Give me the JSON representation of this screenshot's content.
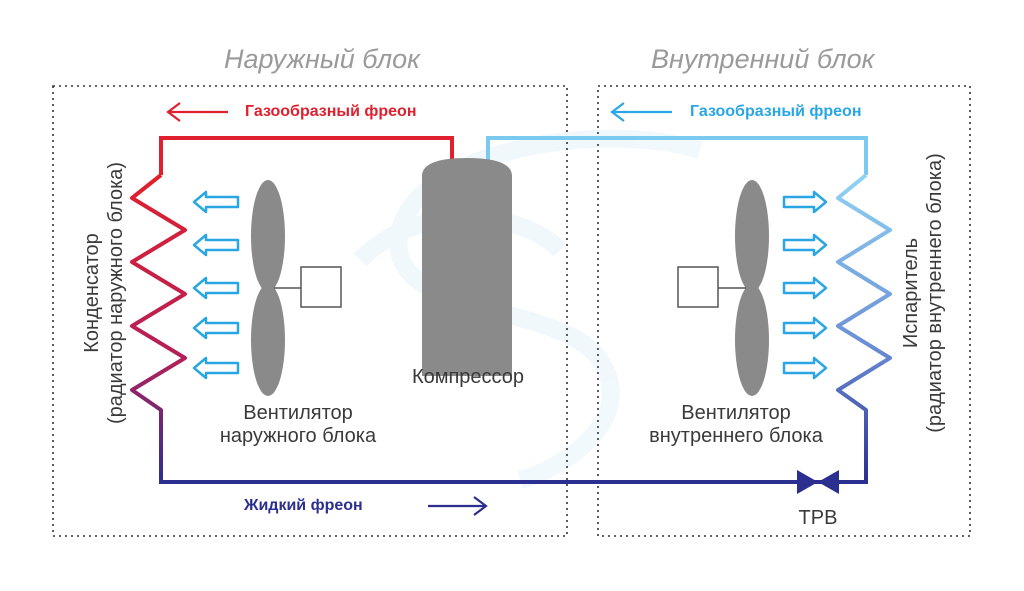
{
  "outdoor_block": {
    "title": "Наружный блок",
    "condenser_line1": "Конденсатор",
    "condenser_line2": "(радиатор наружного блока)",
    "fan_line1": "Вентилятор",
    "fan_line2": "наружного блока",
    "gas_label": "Газообразный фреон",
    "liquid_label": "Жидкий фреон"
  },
  "indoor_block": {
    "title": "Внутренний блок",
    "evaporator_line1": "Испаритель",
    "evaporator_line2": "(радиатор внутреннего блока)",
    "fan_line1": "Вентилятор",
    "fan_line2": "внутреннего блока",
    "gas_label": "Газообразный фреон",
    "valve_label": "ТРВ"
  },
  "compressor_label": "Компрессор",
  "colors": {
    "hot": "#e0202e",
    "cold": "#7cc9ef",
    "liquid": "#2b2f8f",
    "fan": "#8a8a8a",
    "air_arrow": "#29a6e3"
  }
}
